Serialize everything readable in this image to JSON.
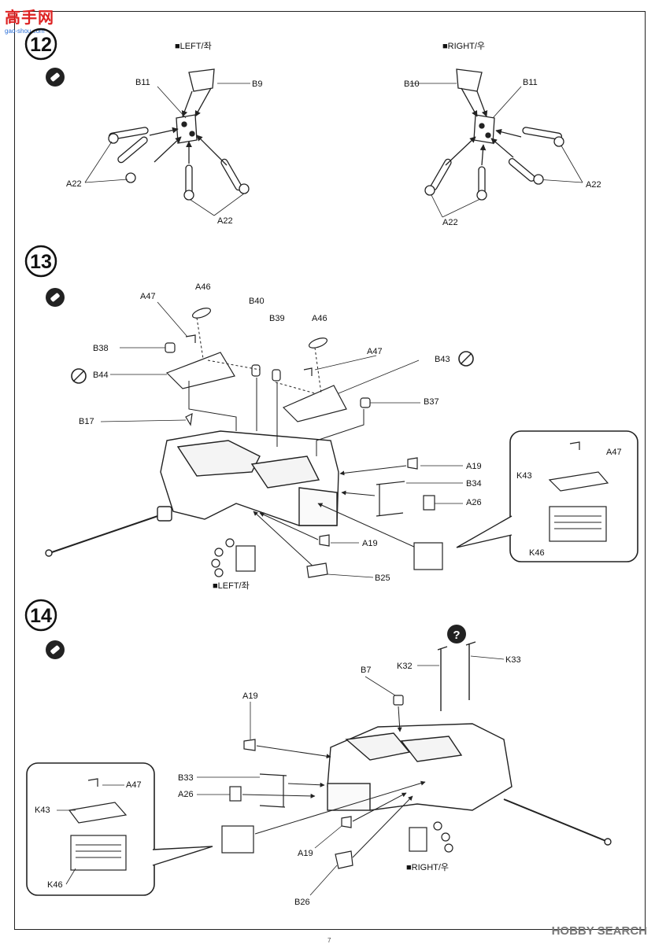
{
  "watermark": {
    "title": "高手网",
    "subtitle": "gao-shou.com"
  },
  "page_number": "7",
  "brand": "HOBBY SEARCH",
  "steps": [
    {
      "number": "12",
      "left_label": "■LEFT/좌",
      "right_label": "■RIGHT/우",
      "parts": {
        "b11_left": "B11",
        "b9": "B9",
        "a22_l1": "A22",
        "a22_l2": "A22",
        "b10": "B10",
        "b11_right": "B11",
        "a22_r1": "A22",
        "a22_r2": "A22"
      }
    },
    {
      "number": "13",
      "side_label": "■LEFT/좌",
      "parts": {
        "a47": "A47",
        "a46": "A46",
        "b40": "B40",
        "b39": "B39",
        "a46_b": "A46",
        "b38": "B38",
        "a47_b": "A47",
        "b43": "B43",
        "b44": "B44",
        "b37": "B37",
        "b17": "B17",
        "a19": "A19",
        "b34": "B34",
        "a26": "A26",
        "a19_b": "A19",
        "b25": "B25",
        "a47_inset": "A47",
        "k43": "K43",
        "k46": "K46"
      }
    },
    {
      "number": "14",
      "side_label": "■RIGHT/우",
      "parts": {
        "b7": "B7",
        "k32": "K32",
        "k33": "K33",
        "a19": "A19",
        "b33": "B33",
        "a26": "A26",
        "a19_b": "A19",
        "b26": "B26",
        "a47_inset": "A47",
        "k43": "K43",
        "k46": "K46"
      }
    }
  ]
}
